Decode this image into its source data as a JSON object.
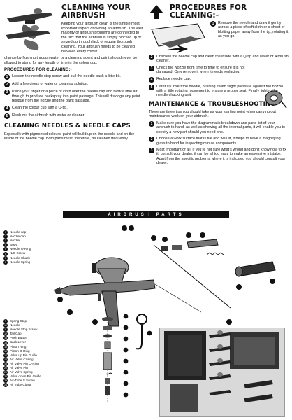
{
  "cleaning_airbrush": {
    "title_line1": "CLEANING YOUR",
    "title_line2": "AIRBRUSH",
    "intro_part1": "Keeping your airbrush clean is the simple most important aspect of owning an airbrush. The vast majority of airbrush problems are connected to the fact that the airbrush is simply blocked up or seized up through lack of regular thorough cleaning. Your airbrush needs to be cleaned between every colour",
    "intro_part2": "change by flushing through water or a cleaning agent and paint should never be allowed to stand for any length of time in the colour cup.",
    "procedures_heading": "PROCEDURES FOR CLEANING:-",
    "steps": [
      {
        "n": "1",
        "text": "Loosen the needle stop screw and pull the needle back a little bit."
      },
      {
        "n": "2",
        "text": "Add a few drops of water or cleaning solution."
      },
      {
        "n": "3",
        "text": "Place your finger or a piece of cloth over the needle cap and blow a little air through to produce backspray into paint passage. This will dislodge any paint residue from the nozzle and the paint passage."
      },
      {
        "n": "4",
        "text": "Clean the colour cup with a Q-tip."
      },
      {
        "n": "5",
        "text": "Flush out the airbrush with water or cleaner."
      }
    ]
  },
  "cleaning_needles": {
    "title": "CLEANING NEEDLES & NEEDLE CAPS",
    "text": "Especially with pigmented colours, paint will build up on the needle and on the inside of the needle cap. Both parts must, therefore, be cleaned frequently."
  },
  "procedures_right": {
    "title_line1": "PROCEDURES FOR",
    "title_line2": "CLEANING:-",
    "steps": [
      {
        "n": "1",
        "text": "Remove the needle and draw it gently across a piece of soft cloth or a sheet of blotting paper away from the tip, rotating it as you go."
      },
      {
        "n": "2",
        "text": "Unscrew the needle cap and clean the inside with a Q-tip and water or Airbrush cleaner."
      },
      {
        "n": "3",
        "text": "Check the Nozzle from time to time to ensure it is not damaged. Only remove it when it needs replacing."
      },
      {
        "n": "4",
        "text": "Replace needle cap."
      },
      {
        "n": "5",
        "text": "Carefully insert the needle, pushing it with slight pressure against the nozzle with a little rotating movement to ensure a proper seat. Finally tighten the needle chucking unit."
      }
    ]
  },
  "maintenance": {
    "title": "MAINTENANCE & TROUBLESHOOTING",
    "intro": "There are three tips you should take as your starting point when carrying out maintenance work on your airbrush.",
    "tips": [
      {
        "n": "1",
        "text": "Make sure you have the diagrammatic breakdown and parts list of your airbrush to hand, as well as showing all the internal parts, it will enable you to specify a new part should you need one."
      },
      {
        "n": "2",
        "text": "Choose a work surface that is flat and well lit, it helps to have a magnifying glass to hand for inspecting minute components."
      },
      {
        "n": "3",
        "text": "Most important of all, if you're not sure what's wrong and don't know how to fix it, consult your dealer, it can be all too easy to make an expensive mistake. Apart from the specific problems where it is indicated you should consult your dealer."
      }
    ]
  },
  "parts_banner": "AIRBRUSH PARTS",
  "parts_top": [
    {
      "n": "1",
      "label": "Needle cap"
    },
    {
      "n": "2",
      "label": "Nozzle cap"
    },
    {
      "n": "3",
      "label": "Nozzle"
    },
    {
      "n": "4",
      "label": "Body"
    },
    {
      "n": "5",
      "label": "Needle O-Ring"
    },
    {
      "n": "6",
      "label": "N/O Screw"
    },
    {
      "n": "7",
      "label": "Needle Chuck"
    },
    {
      "n": "8",
      "label": "Needle Spring"
    }
  ],
  "parts_bottom": [
    {
      "n": "9",
      "label": "Spring Stop"
    },
    {
      "n": "10",
      "label": "Needle"
    },
    {
      "n": "11",
      "label": "Needle Stop Screw"
    },
    {
      "n": "12",
      "label": "Tail Cap"
    },
    {
      "n": "13",
      "label": "Push Button"
    },
    {
      "n": "14",
      "label": "Back Lever"
    },
    {
      "n": "15",
      "label": "Piston Ring"
    },
    {
      "n": "16",
      "label": "Piston O-Ring"
    },
    {
      "n": "17",
      "label": "Valve up Pin Guide"
    },
    {
      "n": "18",
      "label": "Air Valve Casing"
    },
    {
      "n": "19",
      "label": "Air Valve Pin O-Ring"
    },
    {
      "n": "20",
      "label": "Air Valve Pin"
    },
    {
      "n": "21",
      "label": "Air Valve Spring"
    },
    {
      "n": "22",
      "label": "Valve down Pin Guide"
    },
    {
      "n": "23",
      "label": "Air-Tube S Screw"
    },
    {
      "n": "24",
      "label": "Air Tube Clasp"
    }
  ],
  "diagram_callouts": [
    "1",
    "2",
    "3",
    "4",
    "5",
    "6",
    "7",
    "8",
    "9",
    "10",
    "11",
    "12",
    "13",
    "14",
    "15",
    "16",
    "17",
    "18",
    "19",
    "20",
    "21",
    "22",
    "23",
    "24"
  ]
}
